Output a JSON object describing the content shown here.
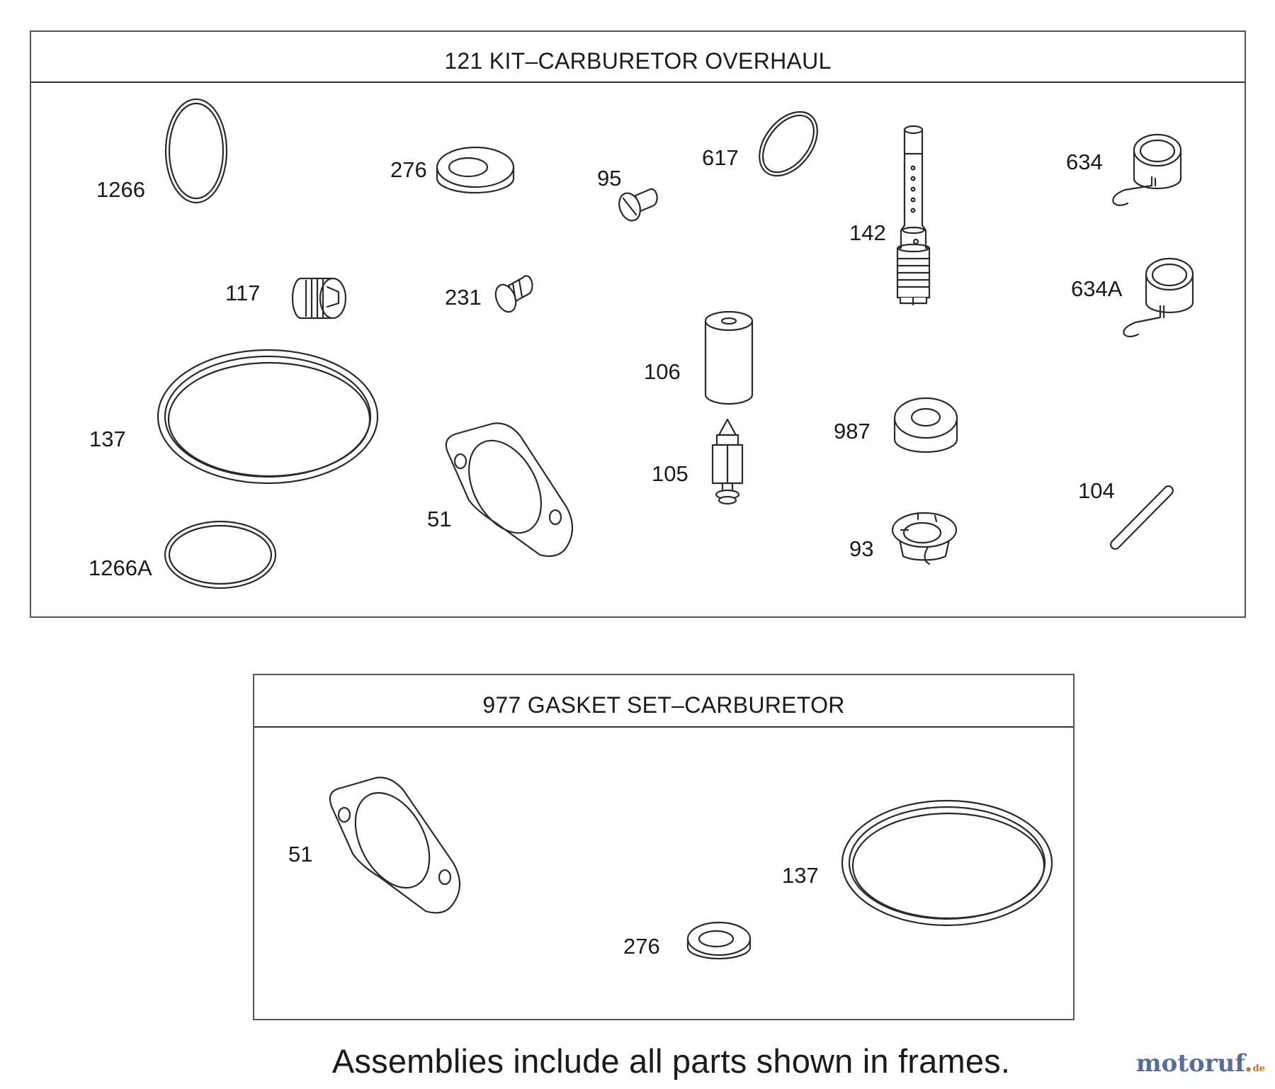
{
  "kit_frame": {
    "title": "121 KIT–CARBURETOR OVERHAUL",
    "labels": {
      "p1266": "1266",
      "p276": "276",
      "p95": "95",
      "p617": "617",
      "p142": "142",
      "p634": "634",
      "p634a": "634A",
      "p117": "117",
      "p231": "231",
      "p106": "106",
      "p137": "137",
      "p987": "987",
      "p51": "51",
      "p105": "105",
      "p104": "104",
      "p93": "93",
      "p1266a": "1266A"
    }
  },
  "gasket_frame": {
    "title": "977 GASKET SET–CARBURETOR",
    "labels": {
      "p51": "51",
      "p137": "137",
      "p276": "276"
    }
  },
  "footnote": "Assemblies include all parts shown in frames.",
  "watermark": {
    "name": "motoruf",
    "suffix": "de"
  }
}
